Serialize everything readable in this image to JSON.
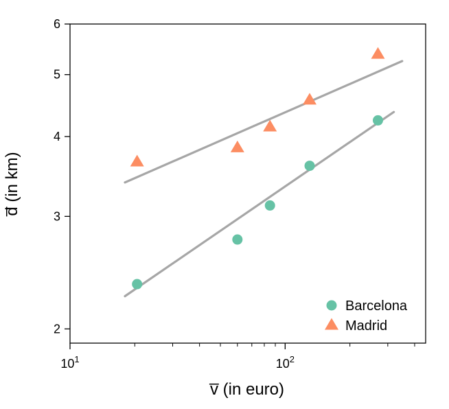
{
  "chart_data": {
    "type": "scatter",
    "xscale": "log",
    "yscale": "log",
    "xlim": [
      10,
      450
    ],
    "ylim": [
      1.9,
      6
    ],
    "xlabel": "v̅ (in euro)",
    "ylabel": "d̅ (in km)",
    "x_ticks": [
      {
        "value": 10,
        "base": "10",
        "exp": "1"
      },
      {
        "value": 100,
        "base": "10",
        "exp": "2"
      }
    ],
    "x_minor_ticks": [
      20,
      30,
      40,
      50,
      60,
      70,
      80,
      90,
      200,
      300,
      400
    ],
    "y_ticks": [
      {
        "value": 2,
        "label": "2"
      },
      {
        "value": 3,
        "label": "3"
      },
      {
        "value": 4,
        "label": "4"
      },
      {
        "value": 5,
        "label": "5"
      },
      {
        "value": 6,
        "label": "6"
      }
    ],
    "legend_position": "bottom-right",
    "series": [
      {
        "name": "Barcelona",
        "marker": "circle",
        "color": "#66c2a5",
        "points": [
          {
            "x": 20.5,
            "y": 2.35
          },
          {
            "x": 60,
            "y": 2.76
          },
          {
            "x": 85,
            "y": 3.12
          },
          {
            "x": 130,
            "y": 3.6
          },
          {
            "x": 270,
            "y": 4.24
          }
        ],
        "fit": {
          "x": [
            18,
            320
          ],
          "y": [
            2.25,
            4.37
          ]
        }
      },
      {
        "name": "Madrid",
        "marker": "triangle",
        "color": "#fc8d62",
        "points": [
          {
            "x": 20.5,
            "y": 3.65
          },
          {
            "x": 60,
            "y": 3.84
          },
          {
            "x": 85,
            "y": 4.14
          },
          {
            "x": 130,
            "y": 4.56
          },
          {
            "x": 270,
            "y": 5.38
          }
        ],
        "fit": {
          "x": [
            18,
            350
          ],
          "y": [
            3.39,
            5.25
          ]
        }
      }
    ],
    "fit_color": "#a6a6a6"
  }
}
